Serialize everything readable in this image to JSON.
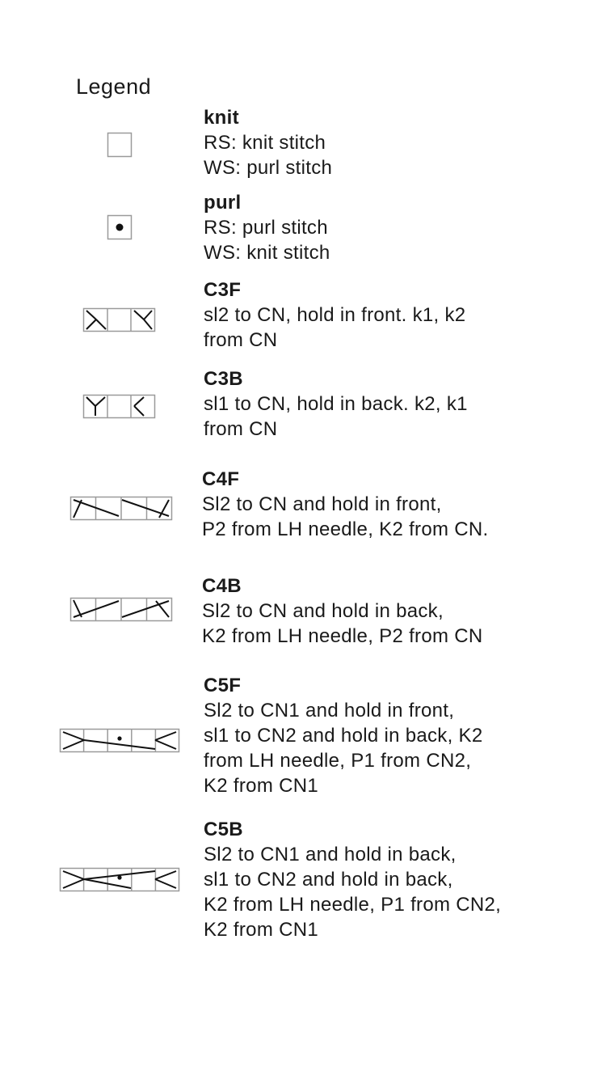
{
  "legend": {
    "title": "Legend",
    "entries": [
      {
        "id": "knit",
        "symbol": "empty-square",
        "name": "knit",
        "lines": [
          "RS: knit stitch",
          "WS: purl stitch"
        ]
      },
      {
        "id": "purl",
        "symbol": "dot-square",
        "name": "purl",
        "lines": [
          "RS: purl stitch",
          "WS: knit stitch"
        ]
      },
      {
        "id": "c3f",
        "symbol": "cable-3-front",
        "name": "C3F",
        "lines": [
          "sl2 to CN, hold in front. k1, k2",
          "from CN"
        ]
      },
      {
        "id": "c3b",
        "symbol": "cable-3-back",
        "name": "C3B",
        "lines": [
          "sl1 to CN, hold in back. k2, k1",
          "from CN"
        ]
      },
      {
        "id": "c4f",
        "symbol": "cable-4-front",
        "name": "C4F",
        "lines": [
          "Sl2 to CN and hold in front,",
          "P2 from LH needle, K2 from CN."
        ]
      },
      {
        "id": "c4b",
        "symbol": "cable-4-back",
        "name": "C4B",
        "lines": [
          "Sl2 to CN and hold in back,",
          "K2 from LH needle, P2 from CN"
        ]
      },
      {
        "id": "c5f",
        "symbol": "cable-5-front",
        "name": "C5F",
        "lines": [
          "Sl2 to CN1 and hold in front,",
          "sl1 to CN2 and hold in back, K2",
          "from LH needle, P1 from CN2,",
          "K2 from CN1"
        ]
      },
      {
        "id": "c5b",
        "symbol": "cable-5-back",
        "name": "C5B",
        "lines": [
          "Sl2 to CN1 and hold in back,",
          "sl1 to CN2 and hold in back,",
          "K2 from LH needle, P1 from CN2,",
          "K2 from CN1"
        ]
      }
    ]
  }
}
